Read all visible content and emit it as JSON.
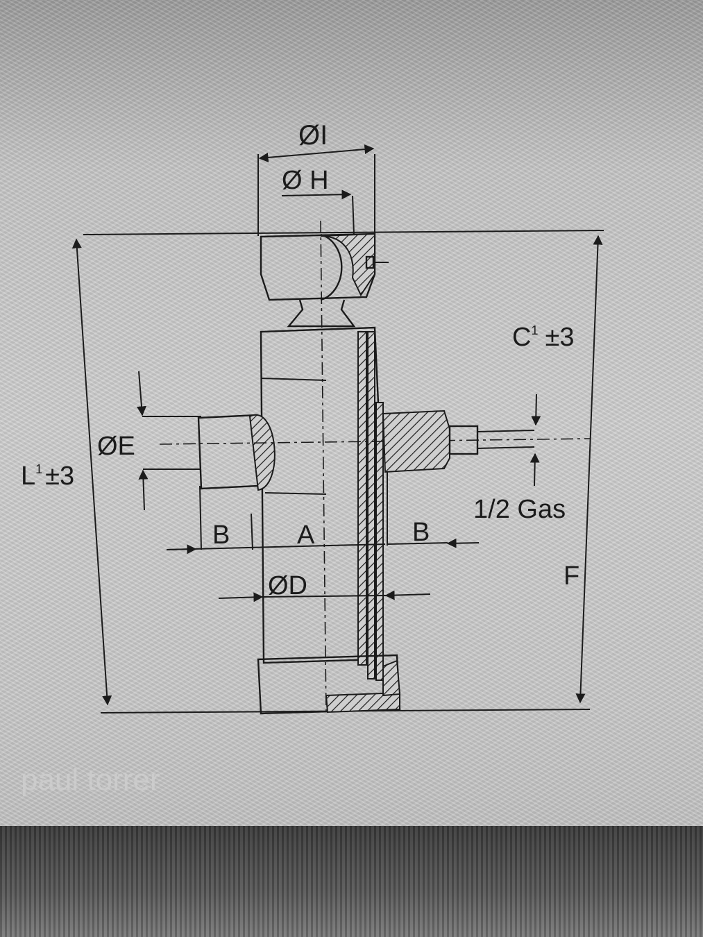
{
  "image": {
    "description_kind": "technical drawing",
    "background_color": "#c9c9c9",
    "line_color": "#1b1b1b"
  },
  "labels": {
    "dia_I": "ØI",
    "dia_H": "Ø H",
    "dia_E": "ØE",
    "dia_D": "ØD",
    "len_L1": "L",
    "len_L1_sup": "1",
    "len_L1_tol": "±3",
    "len_C1": "C",
    "len_C1_sup": "1",
    "len_C1_tol": "±3",
    "port": "1/2 Gas",
    "dim_A": "A",
    "dim_B_left": "B",
    "dim_B_right": "B",
    "dim_F": "F"
  },
  "watermark": {
    "text": "paul torrer"
  }
}
